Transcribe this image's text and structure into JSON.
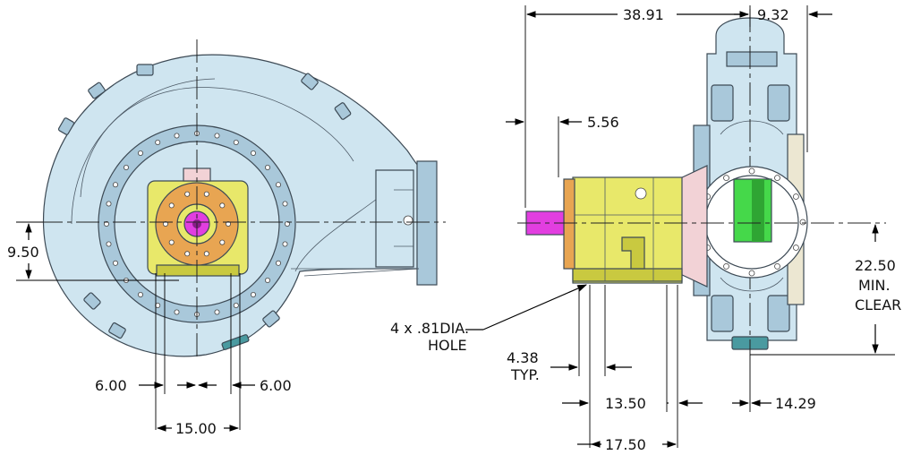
{
  "drawing": {
    "front_view": {
      "dimensions": {
        "flange_height": "9.50",
        "left_hole_offset": "6.00",
        "right_hole_offset": "6.00",
        "hole_spacing": "15.00"
      }
    },
    "side_view": {
      "dimensions": {
        "overall_length": "38.91",
        "flange_depth": "9.32",
        "shaft_extension": "5.56",
        "base_foot_width": "4.38",
        "base_foot_note": "TYP.",
        "foot_hole_spacing": "13.50",
        "foot_overall": "17.50",
        "pedestal_offset": "14.29",
        "clearance_value": "22.50",
        "clearance_line_1": "MIN.",
        "clearance_line_2": "CLEAR"
      },
      "callouts": {
        "hole_note_line_1": "4 x .81DIA.",
        "hole_note_line_2": "HOLE"
      }
    }
  }
}
